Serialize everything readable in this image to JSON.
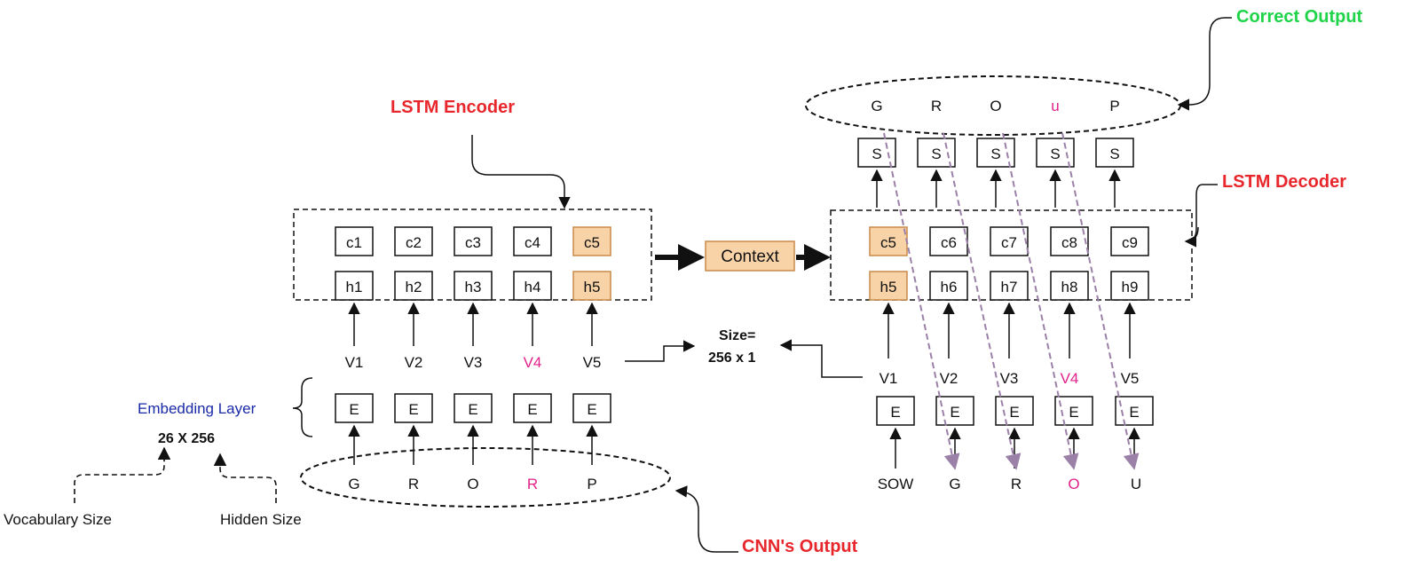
{
  "colors": {
    "title_red": "#e8272c",
    "title_green": "#1fd448",
    "embedding_blue": "#1a2aa8",
    "highlight_magenta": "#e0218a",
    "cell_highlight_fill": "#f9d3a8",
    "cell_highlight_stroke": "#c98a4a",
    "attention_arrow": "#9b80a8"
  },
  "labels": {
    "lstm_encoder": "LSTM Encoder",
    "lstm_decoder": "LSTM Decoder",
    "correct_output": "Correct Output",
    "cnn_output": "CNN's Output",
    "embedding_layer": "Embedding Layer",
    "embedding_dims": "26 X 256",
    "vocabulary_size": "Vocabulary Size",
    "hidden_size": "Hidden Size",
    "context": "Context",
    "size_line1": "Size=",
    "size_line2": "256 x 1"
  },
  "encoder": {
    "c_cells": [
      "c1",
      "c2",
      "c3",
      "c4",
      "c5"
    ],
    "h_cells": [
      "h1",
      "h2",
      "h3",
      "h4",
      "h5"
    ],
    "vectors": [
      "V1",
      "V2",
      "V3",
      "V4",
      "V5"
    ],
    "embeds": [
      "E",
      "E",
      "E",
      "E",
      "E"
    ],
    "inputs": [
      "G",
      "R",
      "O",
      "R",
      "P"
    ]
  },
  "decoder": {
    "c_cells": [
      "c5",
      "c6",
      "c7",
      "c8",
      "c9"
    ],
    "h_cells": [
      "h5",
      "h6",
      "h7",
      "h8",
      "h9"
    ],
    "vectors": [
      "V1",
      "V2",
      "V3",
      "V4",
      "V5"
    ],
    "embeds": [
      "E",
      "E",
      "E",
      "E",
      "E"
    ],
    "inputs": [
      "SOW",
      "G",
      "R",
      "O",
      "U"
    ],
    "softmax": [
      "S",
      "S",
      "S",
      "S",
      "S"
    ],
    "outputs": [
      "G",
      "R",
      "O",
      "u",
      "P"
    ]
  }
}
